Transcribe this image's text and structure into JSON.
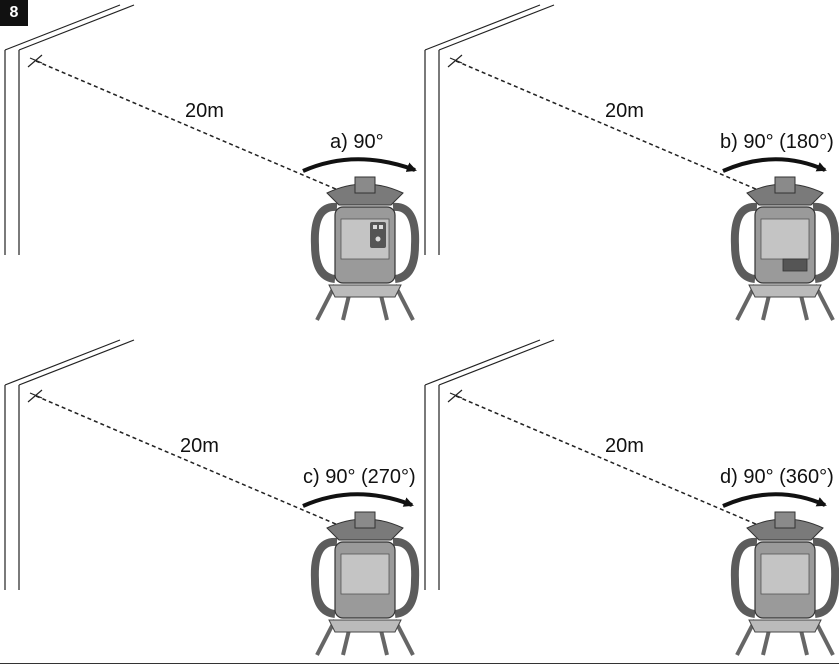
{
  "figure": {
    "number": "8"
  },
  "panels": [
    {
      "id": "a",
      "distance": "20m",
      "rotation": "a) 90°"
    },
    {
      "id": "b",
      "distance": "20m",
      "rotation": "b) 90° (180°)"
    },
    {
      "id": "c",
      "distance": "20m",
      "rotation": "c) 90° (270°)"
    },
    {
      "id": "d",
      "distance": "20m",
      "rotation": "d) 90° (360°)"
    }
  ],
  "colors": {
    "laser_body": "#9a9a9a",
    "laser_dark": "#5c5c5c",
    "laser_light": "#c4c4c4",
    "line": "#222222"
  }
}
